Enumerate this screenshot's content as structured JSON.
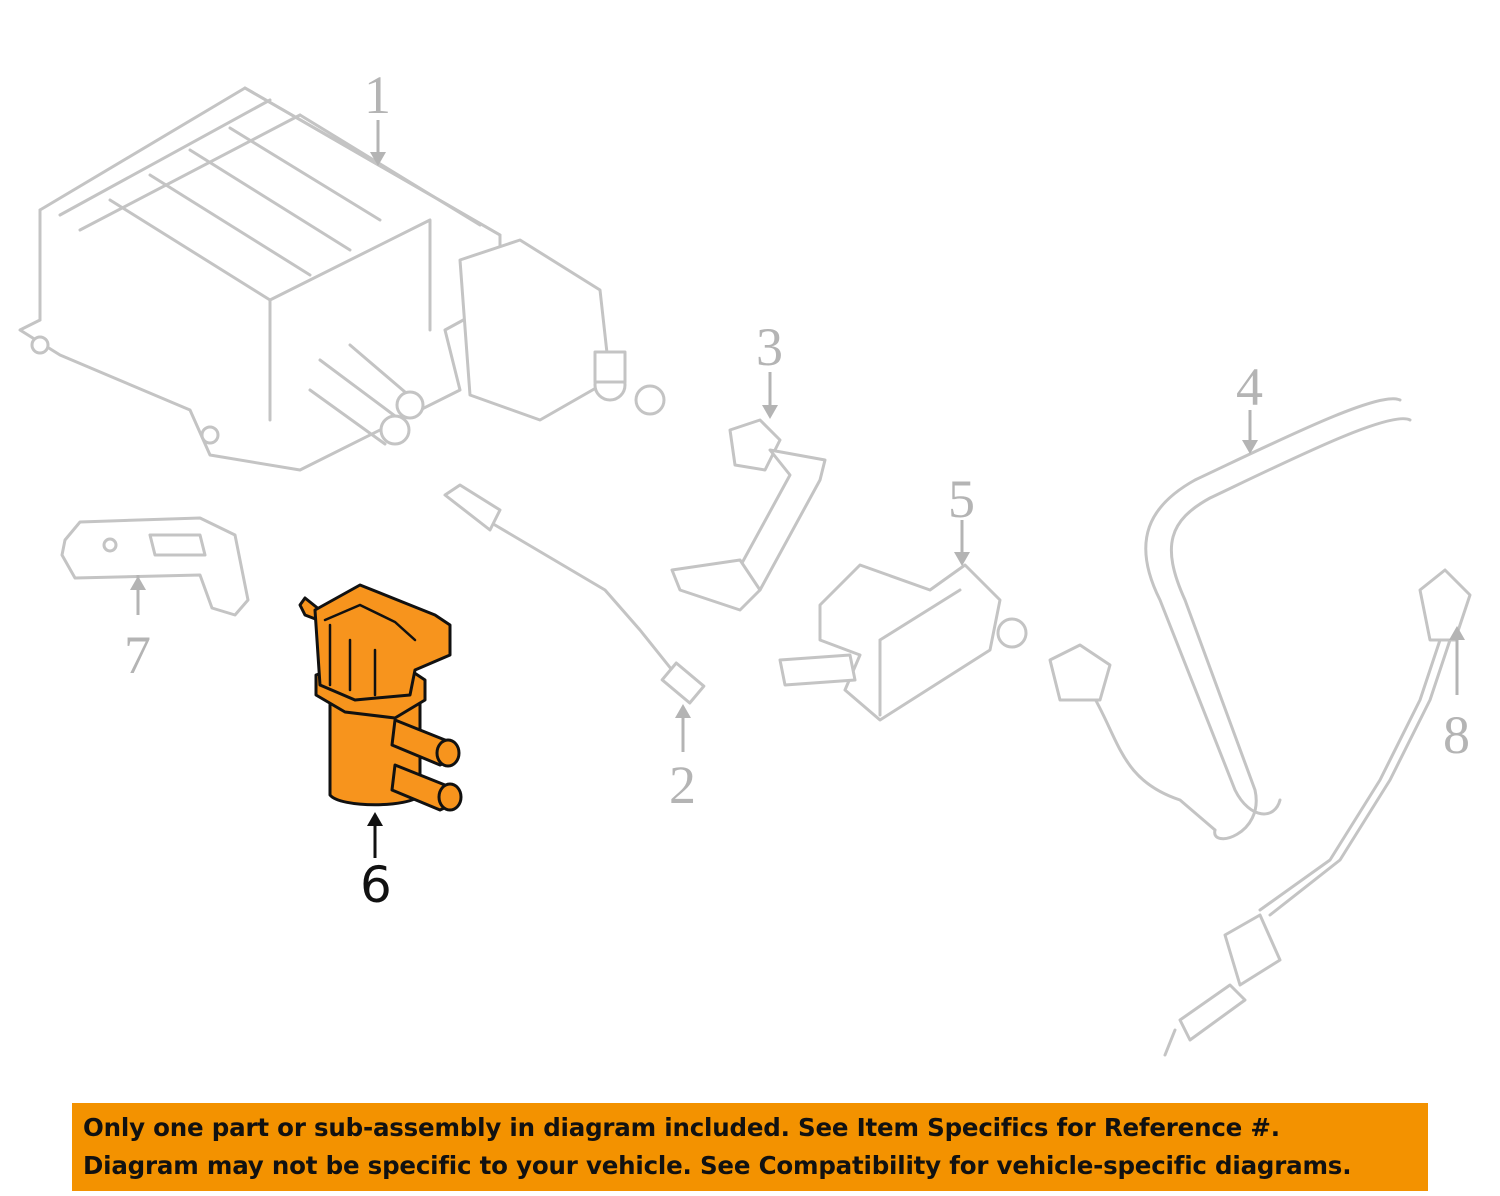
{
  "diagram": {
    "callouts": {
      "c1": "1",
      "c2": "2",
      "c3": "3",
      "c4": "4",
      "c5": "5",
      "c6": "6",
      "c7": "7",
      "c8": "8"
    },
    "highlighted_part": "6",
    "colors": {
      "highlight": "#f7941d",
      "banner": "#f39200",
      "inactive": "#c4c4c4"
    }
  },
  "banner": {
    "line1": "Only one part or sub-assembly in diagram included. See Item Specifics for Reference #.",
    "line2": "Diagram may not be specific to your vehicle. See Compatibility for vehicle-specific diagrams."
  }
}
